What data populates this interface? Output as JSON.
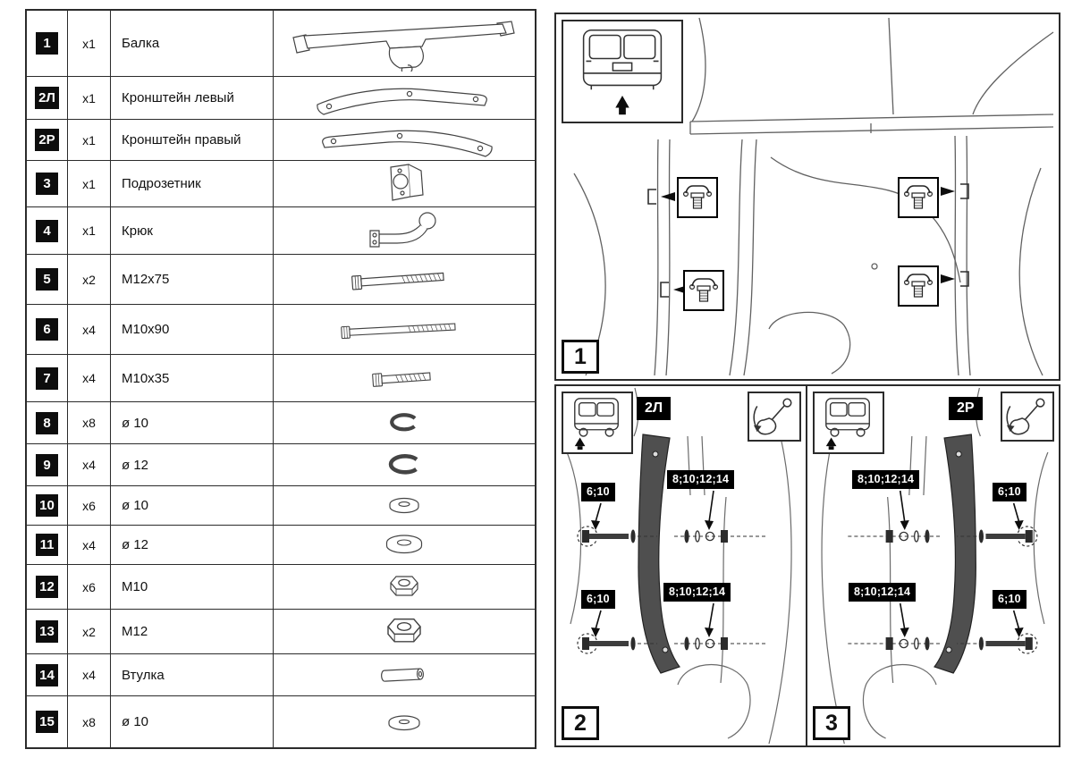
{
  "colors": {
    "line": "#444444",
    "badge_bg": "#0d0d0d",
    "badge_text": "#ffffff",
    "bracket_fill": "#4f4f4f",
    "border": "#2b2b2b"
  },
  "parts_table": {
    "rows": [
      {
        "id": "1",
        "qty": "x1",
        "name": "Балка",
        "icon": "beam"
      },
      {
        "id": "2Л",
        "qty": "x1",
        "name": "Кронштейн левый",
        "icon": "bracket-left"
      },
      {
        "id": "2Р",
        "qty": "x1",
        "name": "Кронштейн правый",
        "icon": "bracket-right"
      },
      {
        "id": "3",
        "qty": "x1",
        "name": "Подрозетник",
        "icon": "socket-bracket"
      },
      {
        "id": "4",
        "qty": "x1",
        "name": "Крюк",
        "icon": "tow-ball-hook"
      },
      {
        "id": "5",
        "qty": "x2",
        "name": "М12х75",
        "icon": "bolt"
      },
      {
        "id": "6",
        "qty": "x4",
        "name": "М10х90",
        "icon": "bolt"
      },
      {
        "id": "7",
        "qty": "x4",
        "name": "М10х35",
        "icon": "bolt"
      },
      {
        "id": "8",
        "qty": "x8",
        "name": "ø 10",
        "icon": "spring-washer"
      },
      {
        "id": "9",
        "qty": "x4",
        "name": "ø 12",
        "icon": "spring-washer"
      },
      {
        "id": "10",
        "qty": "x6",
        "name": "ø 10",
        "icon": "flat-washer"
      },
      {
        "id": "11",
        "qty": "x4",
        "name": "ø 12",
        "icon": "flat-washer"
      },
      {
        "id": "12",
        "qty": "x6",
        "name": "М10",
        "icon": "hex-nut"
      },
      {
        "id": "13",
        "qty": "x2",
        "name": "М12",
        "icon": "hex-nut"
      },
      {
        "id": "14",
        "qty": "x4",
        "name": "Втулка",
        "icon": "bushing"
      },
      {
        "id": "15",
        "qty": "x8",
        "name": "ø 10",
        "icon": "flat-washer"
      }
    ]
  },
  "diagrams": {
    "step1": {
      "number": "1",
      "inset_icon": "van-rear-view-arrow-up",
      "callout_icon": "cage-nut-clip"
    },
    "step2": {
      "number": "2",
      "bracket_label": "2Л",
      "van_icon": "van-rear-view-arrow-up",
      "tool_icon": "hand-with-ratchet",
      "callout_top_left": "6;10",
      "callout_top_right": "8;10;12;14",
      "callout_bottom_left": "6;10",
      "callout_bottom_right": "8;10;12;14"
    },
    "step3": {
      "number": "3",
      "bracket_label": "2Р",
      "van_icon": "van-rear-view-arrow-up",
      "tool_icon": "hand-with-ratchet",
      "callout_top_left": "8;10;12;14",
      "callout_top_right": "6;10",
      "callout_bottom_left": "8;10;12;14",
      "callout_bottom_right": "6;10"
    }
  }
}
